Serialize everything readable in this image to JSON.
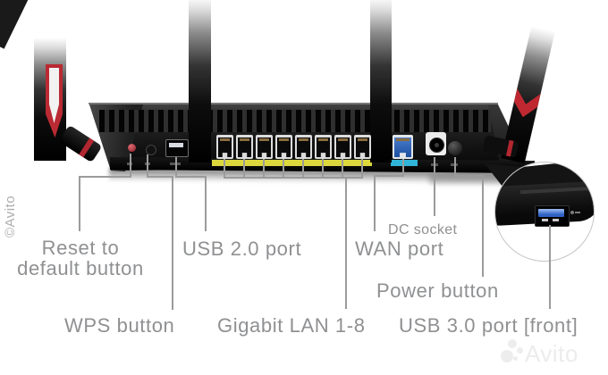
{
  "callouts": {
    "reset": {
      "line1": "Reset to",
      "line2": "default button"
    },
    "wps": "WPS button",
    "usb2": "USB 2.0 port",
    "lan": "Gigabit LAN 1-8",
    "wan": "WAN port",
    "dc": "DC socket",
    "power": "Power button",
    "usb3": "USB 3.0 port [front]"
  },
  "watermarks": {
    "left_vertical": "©Avito",
    "bottom_right": "Avito"
  },
  "device": {
    "type": "wireless-router-back-panel-photo",
    "ports": [
      "reset-button",
      "wps-button",
      "usb2-port",
      "lan-ports-1-8",
      "wan-port",
      "dc-socket",
      "power-button",
      "usb3-front-port"
    ],
    "colors": {
      "accent_red": "#b92a33",
      "lan_stripe_yellow": "#ddd73e",
      "wan_stripe_cyan": "#30b5d8",
      "wan_port_blue": "#1d4fa0",
      "usb3_blue": "#2f62c4",
      "leader_line_gray": "#9b9b9b",
      "label_gray": "#8f9092"
    }
  }
}
